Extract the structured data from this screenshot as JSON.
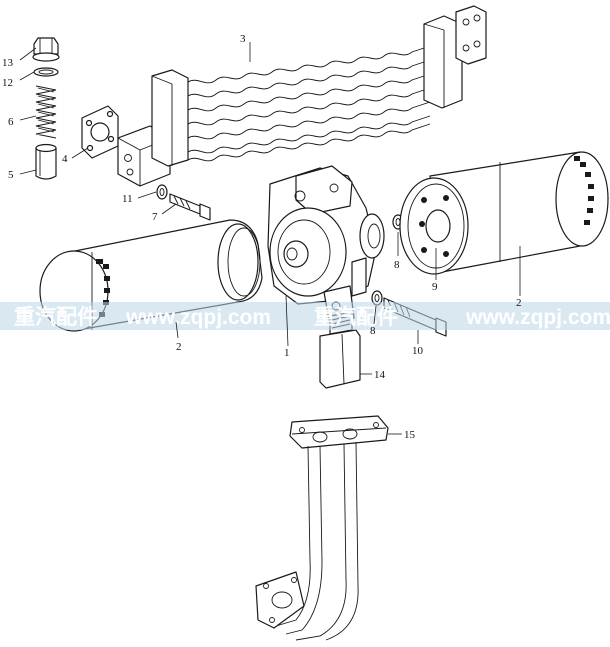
{
  "callouts": {
    "c1": "1",
    "c2a": "2",
    "c2b": "2",
    "c3": "3",
    "c4": "4",
    "c5": "5",
    "c6": "6",
    "c7": "7",
    "c8a": "8",
    "c8b": "8",
    "c9": "9",
    "c10": "10",
    "c11": "11",
    "c12": "12",
    "c13": "13",
    "c14": "14",
    "c15": "15"
  },
  "watermark": {
    "left": "重汽配件",
    "url_left": "www.zqpj.com",
    "middle": "重汽配件",
    "url_right": "www.zqpj.com"
  },
  "colors": {
    "line": "#1a1a1a",
    "watermark_band": "#bcd6e8",
    "background": "#ffffff"
  }
}
